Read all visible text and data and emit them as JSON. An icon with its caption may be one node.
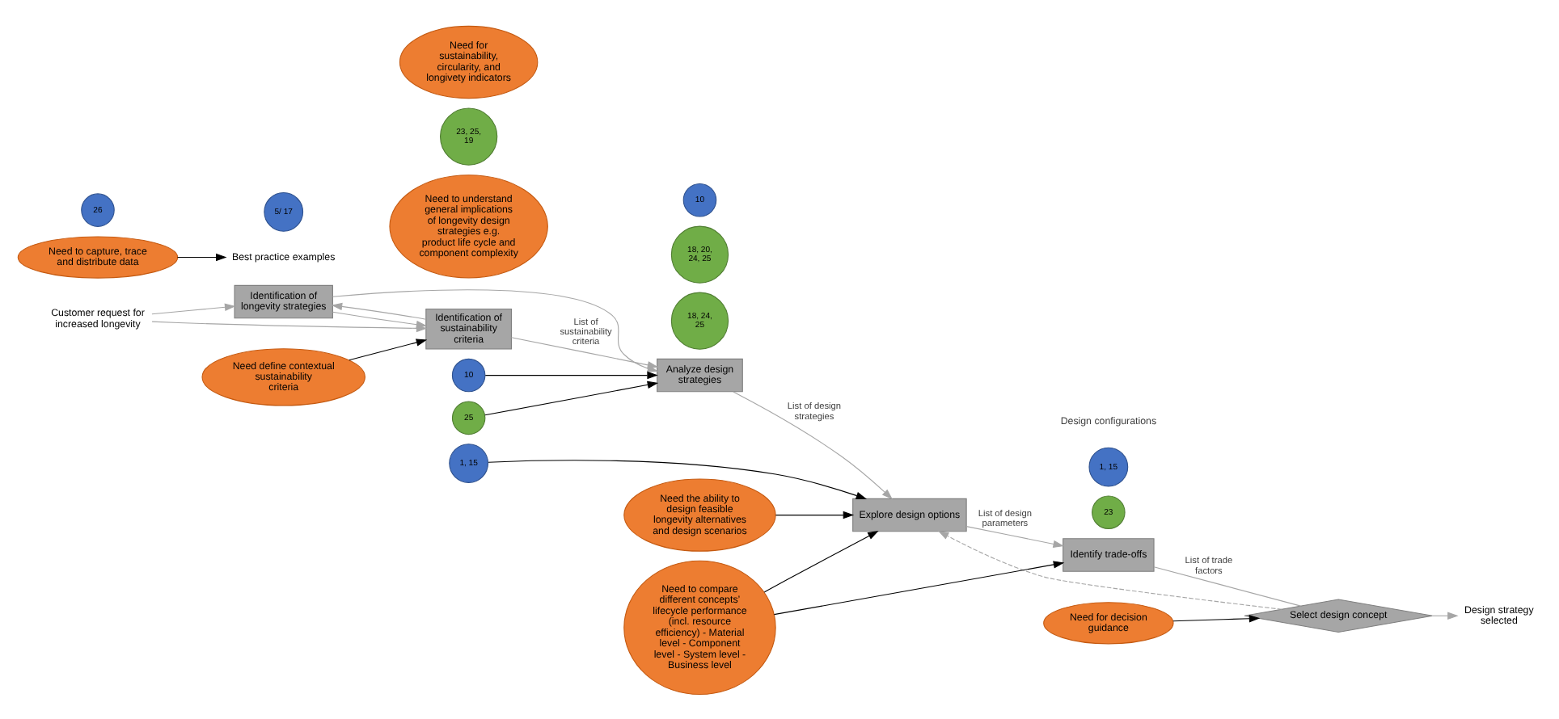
{
  "diagram": {
    "nodes": [
      {
        "text": [
          "Customer request for increased longevity"
        ]
      },
      {
        "text": [
          "Identification of longevity strategies"
        ]
      },
      {
        "text": [
          "Identification of sustainability criteria"
        ]
      },
      {
        "text": [
          "Analyze design strategies"
        ]
      },
      {
        "text": [
          "Explore design options"
        ]
      },
      {
        "text": [
          "Identify trade-offs"
        ]
      },
      {
        "text": [
          "Select design concept"
        ]
      },
      {
        "text": [
          "Design strategy selected"
        ]
      },
      {
        "text": [
          "Best practice examples"
        ]
      },
      {
        "text": [
          "Need define contextual sustainability criteria"
        ]
      },
      {
        "text": [
          "5/ 17"
        ]
      },
      {
        "text": [
          "Need to understand general implications of longevity design strategies e.g. product life cycle and component complexity"
        ]
      },
      {
        "text": [
          "23, 25, 19"
        ]
      },
      {
        "text": [
          "10"
        ]
      },
      {
        "text": [
          "Need for sustainability, circularity, and longivety indicators"
        ]
      },
      {
        "text": [
          "25"
        ]
      },
      {
        "text": [
          "1, 15"
        ]
      },
      {
        "text": [
          "Need the ability to design feasible longevity alternatives and design scenarios"
        ]
      },
      {
        "text": [
          "18, 24, 25"
        ]
      },
      {
        "text": [
          "Need to compare different concepts’ lifecycle performance (incl. resource efficiency) - Material level - Component level - System level - Business level"
        ]
      },
      {
        "text": [
          "18, 20, 24, 25"
        ]
      },
      {
        "text": [
          "10"
        ]
      },
      {
        "text": [
          "Need for decision guidance"
        ]
      },
      {
        "text": [
          "23"
        ]
      },
      {
        "text": [
          "1, 15"
        ]
      },
      {
        "text": [
          "Need to capture, trace and distribute data"
        ]
      },
      {
        "text": [
          "26"
        ]
      }
    ],
    "edges": [
      {
        "from": 0,
        "to": 1,
        "arrow": "to"
      },
      {
        "from": 0,
        "to": 2,
        "arrow": "to"
      },
      {
        "from": 1,
        "to": 2,
        "arrow": "to"
      },
      {
        "from": 2,
        "to": 1,
        "arrow": "to"
      },
      {
        "from": 1,
        "to": 3,
        "arrow": "to"
      },
      {
        "from": 2,
        "to": 3,
        "arrow": "to",
        "label": "List of sustainability criteria"
      },
      {
        "from": 3,
        "to": 4,
        "arrow": "to",
        "label": "List of design strategies"
      },
      {
        "from": 4,
        "to": 5,
        "arrow": "to",
        "label": "List of design parameters"
      },
      {
        "from": 5,
        "to": 6,
        "arrow": "none",
        "label": "List of trade factors"
      },
      {
        "from": 6,
        "to": 7,
        "arrow": "to"
      },
      {
        "from": 6,
        "to": 4,
        "arrow": "to",
        "style": "dashed"
      },
      {
        "from": 9,
        "to": 2,
        "arrow": "to",
        "color": "#000000"
      },
      {
        "from": 13,
        "to": 3,
        "arrow": "to",
        "color": "#000000"
      },
      {
        "from": 15,
        "to": 3,
        "arrow": "to",
        "color": "#000000"
      },
      {
        "from": 16,
        "to": 4,
        "arrow": "to",
        "color": "#000000"
      },
      {
        "from": 17,
        "to": 4,
        "arrow": "to",
        "color": "#000000"
      },
      {
        "from": 19,
        "to": 4,
        "arrow": "to",
        "color": "#000000"
      },
      {
        "from": 19,
        "to": 5,
        "arrow": "to",
        "color": "#000000"
      },
      {
        "from": 22,
        "to": 6,
        "arrow": "to",
        "color": "#000000"
      },
      {
        "from": 25,
        "to": 8,
        "arrow": "to",
        "color": "#000000"
      }
    ],
    "labels": [
      "Design configurations"
    ]
  }
}
